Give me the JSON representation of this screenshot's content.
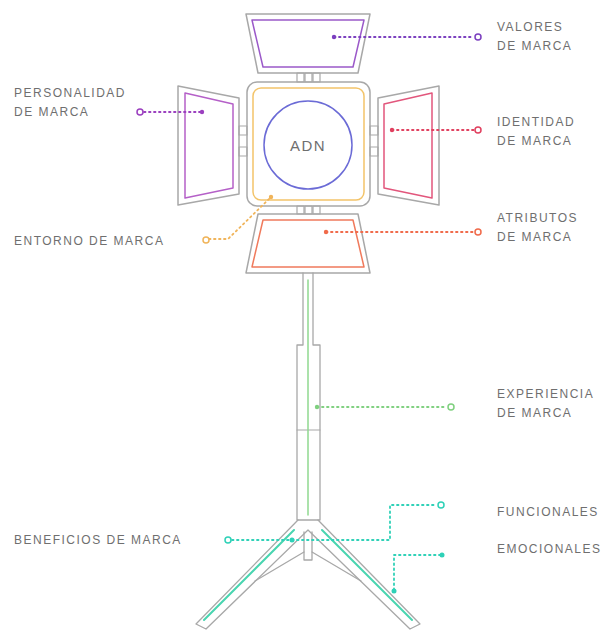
{
  "diagram": {
    "nodes": [
      {
        "text": [
          "ADN"
        ]
      }
    ],
    "labels": [
      "VALORES DE MARCA",
      "PERSONALIDAD DE MARCA",
      "IDENTIDAD DE MARCA",
      "ENTORNO DE MARCA",
      "ATRIBUTOS DE MARCA",
      "EXPERIENCIA DE MARCA",
      "BENEFICIOS DE MARCA",
      "FUNCIONALES",
      "EMOCIONALES"
    ]
  }
}
